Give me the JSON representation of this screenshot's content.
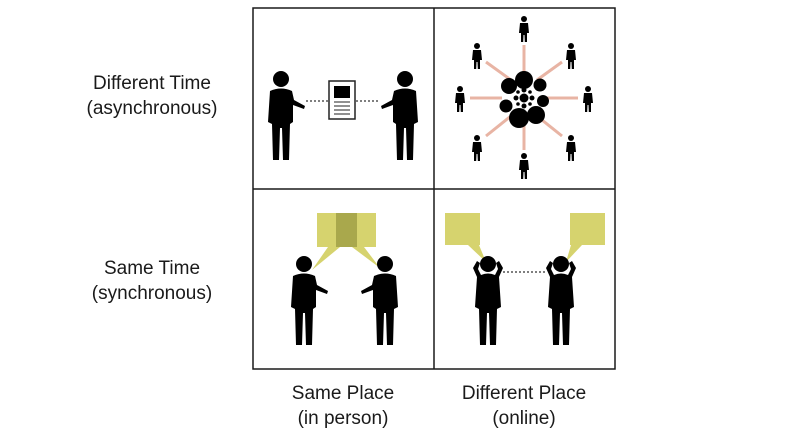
{
  "rows": [
    {
      "line1": "Different Time",
      "line2": "(asynchronous)"
    },
    {
      "line1": "Same Time",
      "line2": "(synchronous)"
    }
  ],
  "columns": [
    {
      "line1": "Same Place",
      "line2": "(in person)"
    },
    {
      "line1": "Different Place",
      "line2": "(online)"
    }
  ],
  "quadrants": [
    {
      "row": "Different Time",
      "col": "Same Place",
      "depicts": [
        "person-icon",
        "document-icon",
        "person-icon"
      ]
    },
    {
      "row": "Different Time",
      "col": "Different Place",
      "depicts": [
        "network-hub-icon",
        "person-icon x8"
      ]
    },
    {
      "row": "Same Time",
      "col": "Same Place",
      "depicts": [
        "person-icon",
        "speech-bubble-icon",
        "speech-bubble-icon",
        "person-icon"
      ]
    },
    {
      "row": "Same Time",
      "col": "Different Place",
      "depicts": [
        "person-on-phone-icon",
        "speech-bubble-icon",
        "speech-bubble-icon",
        "person-on-phone-icon"
      ]
    }
  ],
  "colors": {
    "grid": "#1a1a1a",
    "figure": "#000000",
    "bubble": "#d6d36e",
    "bubble_overlap": "#a9a84c",
    "spoke": "#e8b4a4"
  }
}
